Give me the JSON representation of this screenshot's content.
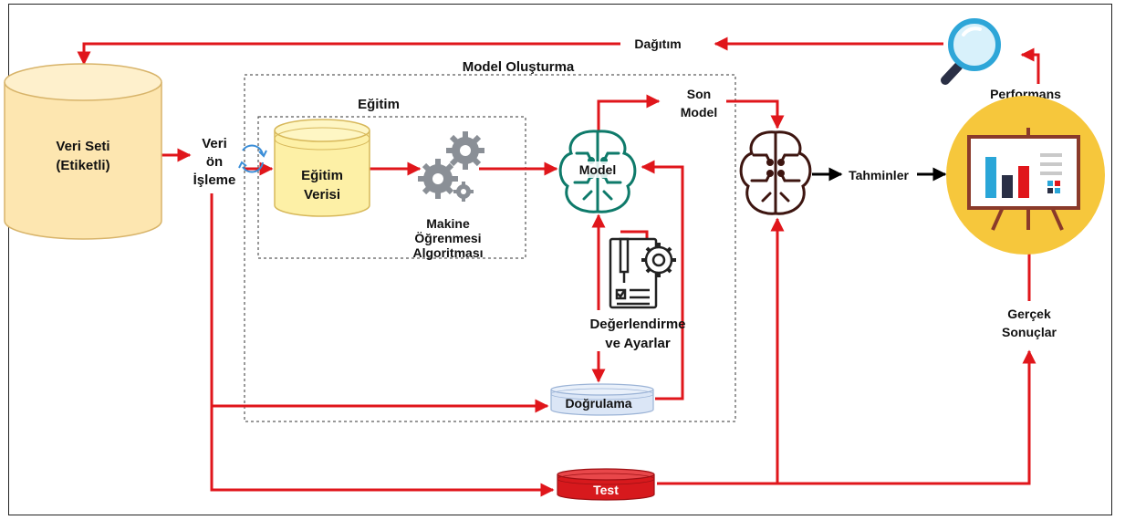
{
  "colors": {
    "arrow_red": "#e0161b",
    "arrow_black": "#000000",
    "cylinder_tan": "#fde6b0",
    "cylinder_tan_edge": "#d8b46a",
    "training_yellow": "#fdf0a6",
    "validation_blue": "#dbe6f6",
    "test_red": "#d7191d",
    "model_teal": "#0e7a6a",
    "brain_dark": "#3d1510",
    "presentation_yellow": "#f6c73c"
  },
  "labels": {
    "dataset_line1": "Veri Seti",
    "dataset_line2": "(Etiketli)",
    "preprocessing_line1": "Veri",
    "preprocessing_line2": "ön",
    "preprocessing_line3": "İşleme",
    "model_building": "Model Oluşturma",
    "training": "Eğitim",
    "training_data_line1": "Eğitim",
    "training_data_line2": "Verisi",
    "ml_algorithm_line1": "Makine",
    "ml_algorithm_line2": "Öğrenmesi",
    "ml_algorithm_line3": "Algoritması",
    "model": "Model",
    "final_model_line1": "Son",
    "final_model_line2": "Model",
    "evaluation_line1": "Değerlendirme",
    "evaluation_line2": "ve Ayarlar",
    "validation": "Doğrulama",
    "test": "Test",
    "predictions": "Tahminler",
    "performance": "Performans",
    "deployment": "Dağıtım",
    "actual_results_line1": "Gerçek",
    "actual_results_line2": "Sonuçlar"
  },
  "icons": {
    "dataset": "database-cylinder-icon",
    "preprocessing": "refresh-cycle-icon",
    "ml_algorithm": "gears-icon",
    "model": "ai-brain-circuit-icon",
    "final_model": "ai-brain-circuit-icon",
    "evaluation": "clipboard-gear-icon",
    "performance": "magnifier-icon",
    "presentation": "presentation-board-chart-icon"
  }
}
